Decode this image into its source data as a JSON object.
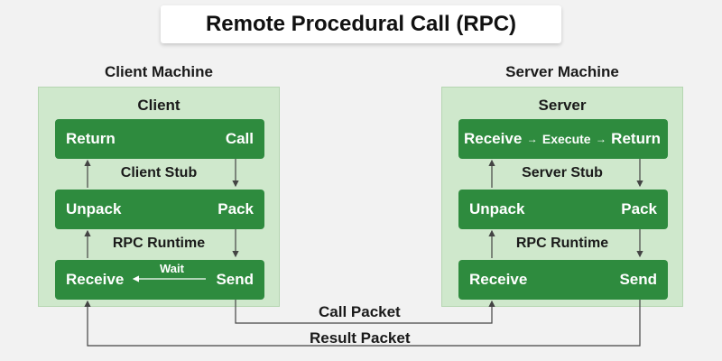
{
  "title": "Remote Procedural Call (RPC)",
  "client": {
    "machine_label": "Client Machine",
    "heading": "Client",
    "top_left": "Return",
    "top_right": "Call",
    "stub_label": "Client Stub",
    "mid_left": "Unpack",
    "mid_right": "Pack",
    "runtime_label": "RPC Runtime",
    "bottom_left": "Receive",
    "bottom_right": "Send",
    "wait_label": "Wait"
  },
  "server": {
    "machine_label": "Server Machine",
    "heading": "Server",
    "top_left": "Receive",
    "top_middle": "Execute",
    "top_right": "Return",
    "stub_label": "Server Stub",
    "mid_left": "Unpack",
    "mid_right": "Pack",
    "runtime_label": "RPC Runtime",
    "bottom_left": "Receive",
    "bottom_right": "Send"
  },
  "links": {
    "call_packet": "Call Packet",
    "result_packet": "Result Packet"
  },
  "colors": {
    "box_green": "#2e8b3e",
    "panel_green": "#cfe8cc",
    "line": "#444444"
  }
}
